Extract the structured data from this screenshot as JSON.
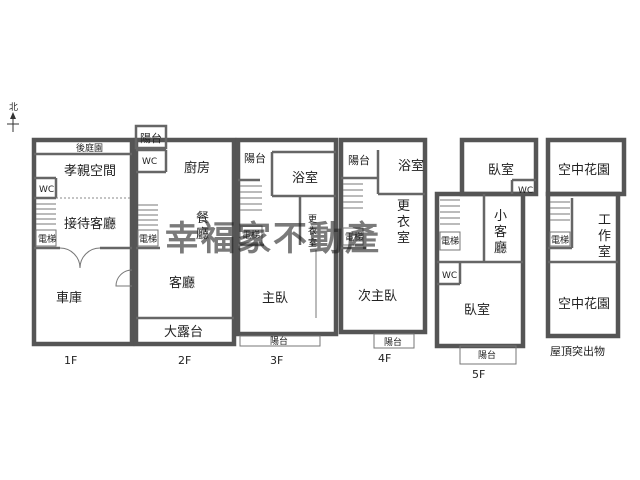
{
  "compass": {
    "label": "北"
  },
  "watermark": "幸福家不動產",
  "floors": [
    {
      "label": "1F",
      "rooms": [
        "後庭園",
        "孝親空間",
        "WC",
        "接待客廳",
        "電梯",
        "車庫"
      ]
    },
    {
      "label": "2F",
      "rooms": [
        "陽台",
        "WC",
        "廚房",
        "餐",
        "廳",
        "電梯",
        "客廳",
        "大露台"
      ]
    },
    {
      "label": "3F",
      "rooms": [
        "陽台",
        "浴室",
        "電梯",
        "更",
        "衣",
        "室",
        "主臥",
        "陽台"
      ]
    },
    {
      "label": "4F",
      "rooms": [
        "陽台",
        "浴室",
        "更",
        "衣",
        "室",
        "電梯",
        "次主臥",
        "陽台"
      ]
    },
    {
      "label": "5F",
      "rooms": [
        "臥室",
        "WC",
        "小",
        "客",
        "廳",
        "電梯",
        "WC",
        "臥室",
        "陽台"
      ]
    },
    {
      "label": "屋頂突出物",
      "rooms": [
        "空中花園",
        "工",
        "作",
        "室",
        "電梯",
        "空中花園"
      ]
    }
  ]
}
